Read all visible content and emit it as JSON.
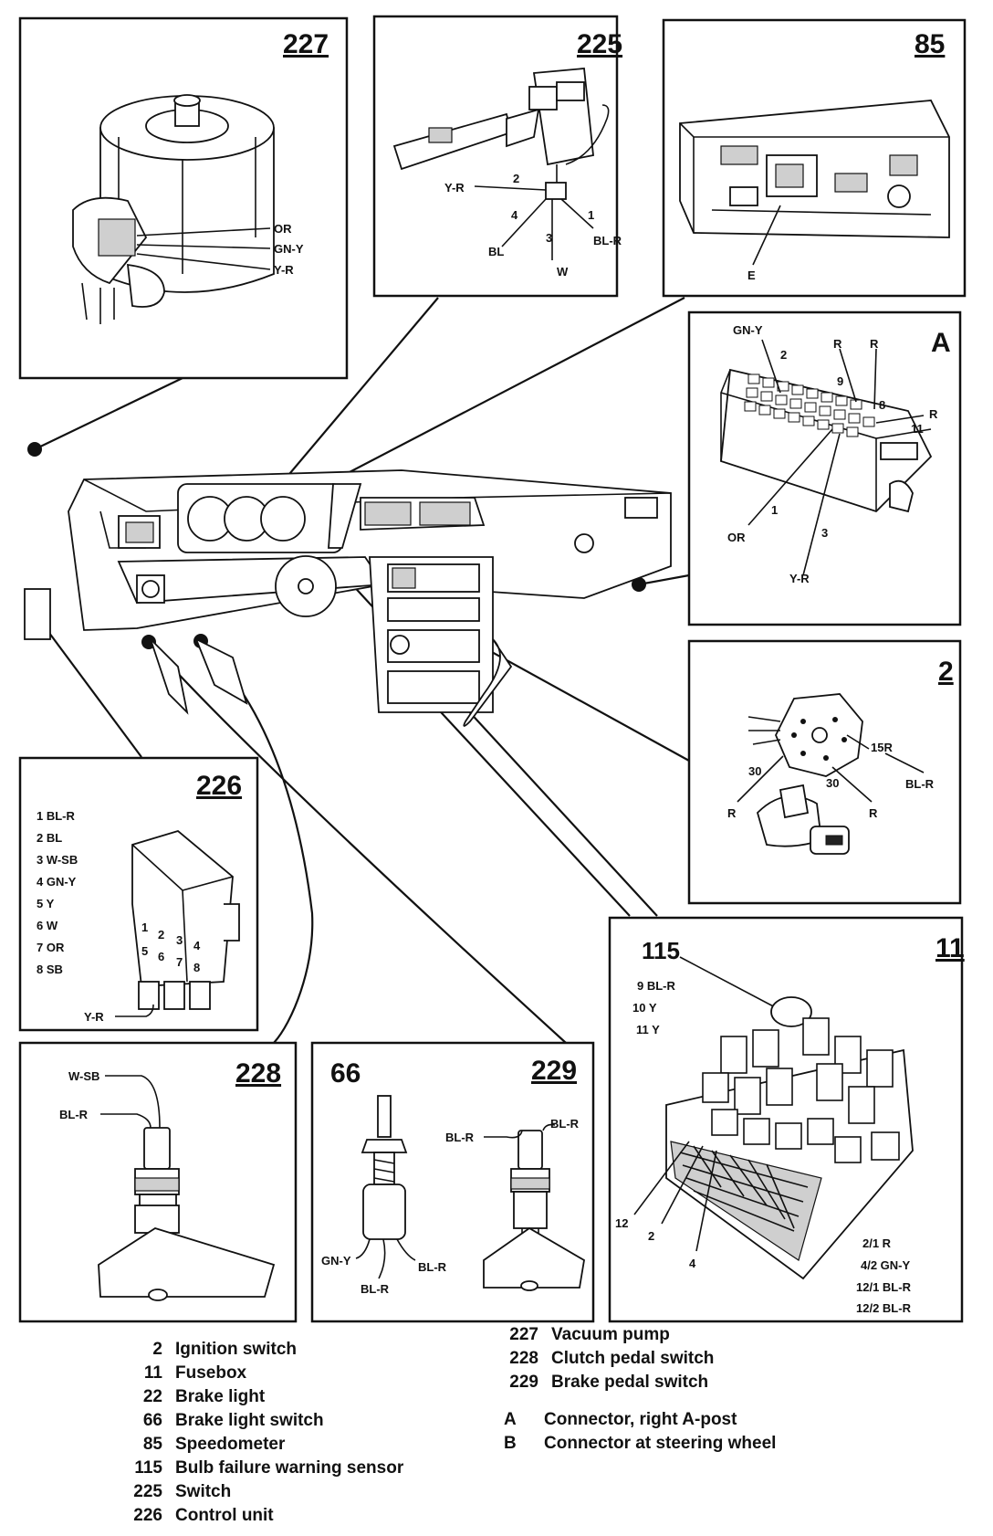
{
  "boxes": {
    "b227": {
      "number": "227",
      "wires": [
        "OR",
        "GN-Y",
        "Y-R"
      ]
    },
    "b225": {
      "number": "225",
      "wires": {
        "y_r": "Y-R",
        "bl": "BL",
        "w": "W",
        "bl_r": "BL-R"
      },
      "pins": {
        "p1": "1",
        "p2": "2",
        "p3": "3",
        "p4": "4"
      }
    },
    "b85": {
      "number": "85",
      "connector": "E"
    },
    "bA": {
      "number": "A",
      "wires": {
        "gn_y": "GN-Y",
        "r_a": "R",
        "r_b": "R",
        "r_c": "R",
        "or": "OR",
        "y_r": "Y-R"
      },
      "pins": {
        "p2": "2",
        "p9": "9",
        "p8": "8",
        "p11": "11",
        "p1": "1",
        "p3": "3"
      }
    },
    "b2": {
      "number": "2",
      "wires": {
        "r15": "15R",
        "bl_r": "BL-R",
        "r_left": "R",
        "r_right": "R"
      },
      "pins": {
        "p30a": "30",
        "p30b": "30"
      }
    },
    "b226": {
      "number": "226",
      "list": [
        "1  BL-R",
        "2  BL",
        "3  W-SB",
        "4  GN-Y",
        "5  Y",
        "6  W",
        "7  OR",
        "8  SB"
      ],
      "pins": [
        "1",
        "2",
        "3",
        "4",
        "5",
        "6",
        "7",
        "8"
      ],
      "wire": "Y-R"
    },
    "b11": {
      "number": "11",
      "sensor": "115",
      "list": [
        "9  BL-R",
        "10  Y",
        "11  Y"
      ],
      "list2": [
        "2/1  R",
        "4/2  GN-Y",
        "12/1  BL-R",
        "12/2  BL-R"
      ],
      "pins": {
        "p12": "12",
        "p2": "2",
        "p4": "4"
      }
    },
    "b228": {
      "number": "228",
      "wires": {
        "w_sb": "W-SB",
        "bl_r": "BL-R"
      }
    },
    "b229": {
      "number": "229",
      "second_number": "66",
      "wires": {
        "bl_r_a": "BL-R",
        "bl_r_b": "BL-R",
        "gn_y": "GN-Y",
        "bl_r_c": "BL-R",
        "bl_r_d": "BL-R"
      }
    }
  },
  "legend_left": [
    {
      "code": "2",
      "label": "Ignition switch"
    },
    {
      "code": "11",
      "label": "Fusebox"
    },
    {
      "code": "22",
      "label": "Brake light"
    },
    {
      "code": "66",
      "label": "Brake light switch"
    },
    {
      "code": "85",
      "label": "Speedometer"
    },
    {
      "code": "115",
      "label": "Bulb failure warning sensor"
    },
    {
      "code": "225",
      "label": "Switch"
    },
    {
      "code": "226",
      "label": "Control unit"
    }
  ],
  "legend_right": [
    {
      "code": "227",
      "label": "Vacuum pump"
    },
    {
      "code": "228",
      "label": "Clutch pedal switch"
    },
    {
      "code": "229",
      "label": "Brake pedal switch"
    },
    {
      "code": "",
      "label": ""
    },
    {
      "code": "A",
      "label": "Connector, right A-post"
    },
    {
      "code": "B",
      "label": "Connector at steering wheel"
    }
  ]
}
